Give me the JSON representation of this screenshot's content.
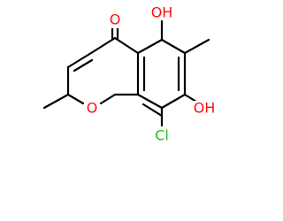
{
  "molecule": {
    "labels": {
      "ketone_oxygen": "O",
      "ring_oxygen": "O",
      "hydroxyl_top": "OH",
      "hydroxyl_bottom": "OH",
      "chlorine": "Cl"
    },
    "colors": {
      "oxygen": "#ff0d0d",
      "chlorine": "#1fbf1f",
      "bond": "#000000",
      "background": "#ffffff"
    }
  }
}
